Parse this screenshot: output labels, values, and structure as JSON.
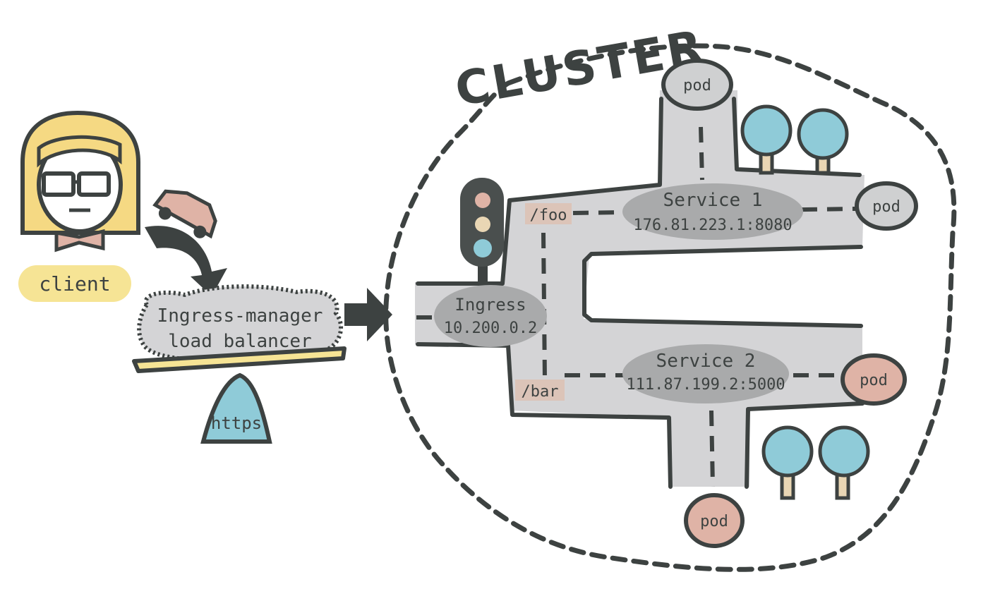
{
  "cluster": {
    "title": "CLUSTER"
  },
  "client": {
    "label": "client"
  },
  "load_balancer": {
    "line1": "Ingress-manager",
    "line2": "load balancer",
    "base_label": "https"
  },
  "ingress": {
    "name": "Ingress",
    "ip": "10.200.0.2"
  },
  "paths": {
    "foo": "/foo",
    "bar": "/bar"
  },
  "service1": {
    "name": "Service 1",
    "ip": "176.81.223.1:8080"
  },
  "service2": {
    "name": "Service 2",
    "ip": "111.87.199.2:5000"
  },
  "pods": {
    "top": "pod",
    "right_top": "pod",
    "right_bottom": "pod",
    "bottom": "pod"
  },
  "colors": {
    "ink": "#3d4241",
    "road": "#d4d4d6",
    "dark_pill": "#a9aaab",
    "pod_grey": "#cfd0d1",
    "pod_pink": "#dfb3a6",
    "tree": "#8fcbd8",
    "trunk": "#e9d6b4",
    "hair": "#f5d983",
    "client_pill": "#f6e495",
    "https": "#8fcbd8",
    "path_tag": "#dcc4b8"
  }
}
